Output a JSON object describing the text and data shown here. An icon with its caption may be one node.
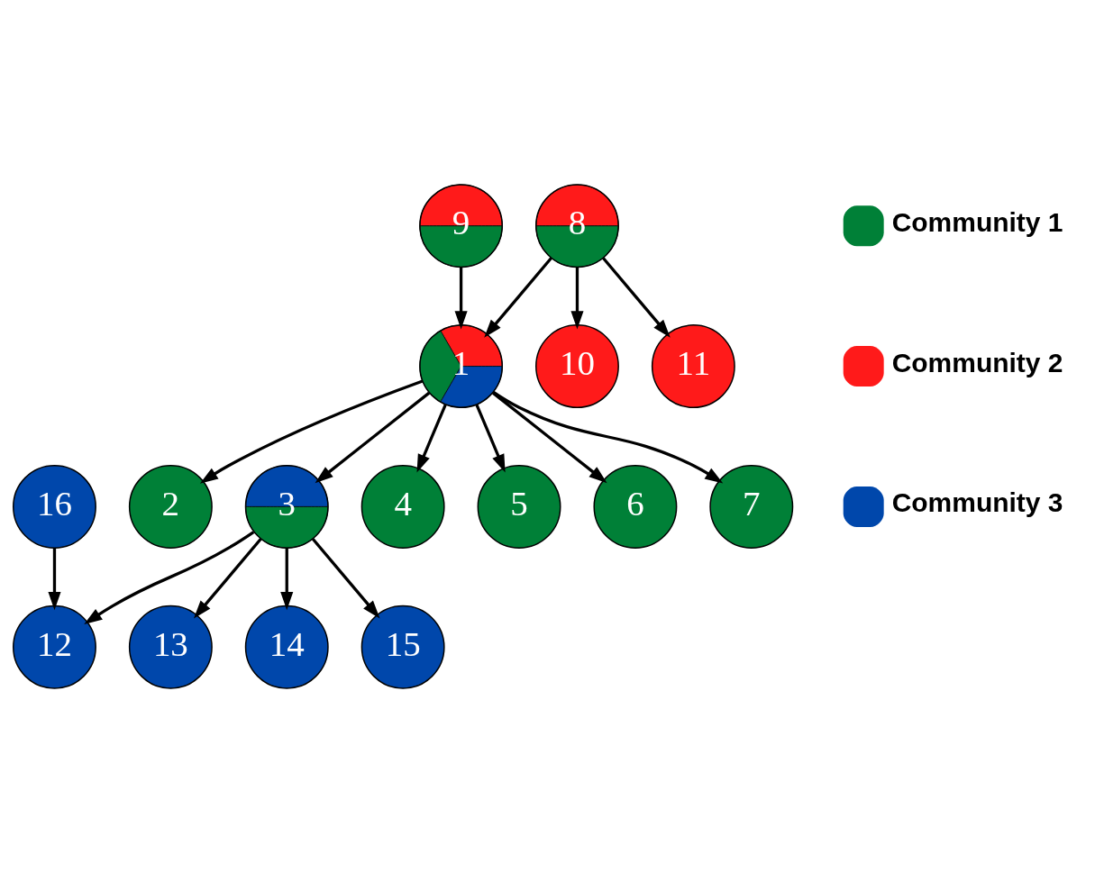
{
  "diagram": {
    "nodes": [
      {
        "text": [
          "1"
        ]
      },
      {
        "text": [
          "2"
        ]
      },
      {
        "text": [
          "3"
        ]
      },
      {
        "text": [
          "4"
        ]
      },
      {
        "text": [
          "5"
        ]
      },
      {
        "text": [
          "6"
        ]
      },
      {
        "text": [
          "7"
        ]
      },
      {
        "text": [
          "8"
        ]
      },
      {
        "text": [
          "9"
        ]
      },
      {
        "text": [
          "10"
        ]
      },
      {
        "text": [
          "11"
        ]
      },
      {
        "text": [
          "12"
        ]
      },
      {
        "text": [
          "13"
        ]
      },
      {
        "text": [
          "14"
        ]
      },
      {
        "text": [
          "15"
        ]
      },
      {
        "text": [
          "16"
        ]
      }
    ],
    "edges": [
      {
        "from": 7,
        "to": 9,
        "arrow": "to"
      },
      {
        "from": 7,
        "to": 10,
        "arrow": "to"
      },
      {
        "from": 7,
        "to": 0,
        "arrow": "to"
      },
      {
        "from": 8,
        "to": 0,
        "arrow": "to"
      },
      {
        "from": 0,
        "to": 6,
        "arrow": "to"
      },
      {
        "from": 0,
        "to": 5,
        "arrow": "to"
      },
      {
        "from": 0,
        "to": 4,
        "arrow": "to"
      },
      {
        "from": 0,
        "to": 3,
        "arrow": "to"
      },
      {
        "from": 0,
        "to": 2,
        "arrow": "to"
      },
      {
        "from": 0,
        "to": 1,
        "arrow": "to"
      },
      {
        "from": 2,
        "to": 11,
        "arrow": "to"
      },
      {
        "from": 2,
        "to": 12,
        "arrow": "to"
      },
      {
        "from": 2,
        "to": 13,
        "arrow": "to"
      },
      {
        "from": 2,
        "to": 14,
        "arrow": "to"
      },
      {
        "from": 15,
        "to": 11,
        "arrow": "to"
      }
    ],
    "legend": [
      {
        "text": "Community 1",
        "color": "#008037"
      },
      {
        "text": "Community 2",
        "color": "#ff1a1a"
      },
      {
        "text": "Community 3",
        "color": "#0047ab"
      }
    ]
  }
}
